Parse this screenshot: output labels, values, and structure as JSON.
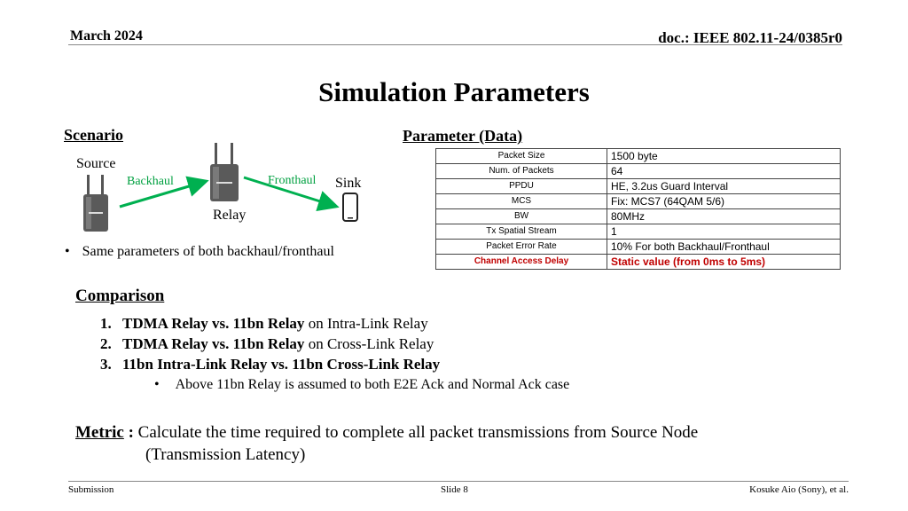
{
  "header": {
    "date": "March 2024",
    "doc": "doc.: IEEE 802.11-24/0385r0"
  },
  "title": "Simulation Parameters",
  "scenario": {
    "heading": "Scenario",
    "source_label": "Source",
    "relay_label": "Relay",
    "sink_label": "Sink",
    "backhaul_label": "Backhaul",
    "fronthaul_label": "Fronthaul",
    "bullet": "Same parameters of both backhaul/fronthaul",
    "arrow_color": "#00b050",
    "link_label_color": "#00a040"
  },
  "parameters": {
    "heading": "Parameter (Data)",
    "rows": [
      {
        "key": "Packet Size",
        "value": "1500 byte"
      },
      {
        "key": "Num. of Packets",
        "value": "64"
      },
      {
        "key": "PPDU",
        "value": "HE, 3.2us Guard Interval"
      },
      {
        "key": "MCS",
        "value": "Fix: MCS7 (64QAM 5/6)"
      },
      {
        "key": "BW",
        "value": "80MHz"
      },
      {
        "key": "Tx Spatial Stream",
        "value": "1"
      },
      {
        "key": "Packet Error Rate",
        "value": "10%  For both Backhaul/Fronthaul"
      },
      {
        "key": "Channel Access Delay",
        "value": "Static value (from 0ms to 5ms)"
      }
    ],
    "highlight_color": "#c00000"
  },
  "comparison": {
    "heading": "Comparison",
    "items": [
      {
        "num": "1.",
        "bold": "TDMA Relay vs. 11bn Relay",
        "rest": " on Intra-Link Relay"
      },
      {
        "num": "2.",
        "bold": "TDMA Relay vs. 11bn Relay",
        "rest": " on Cross-Link Relay"
      },
      {
        "num": "3.",
        "bold": "11bn Intra-Link Relay vs. 11bn Cross-Link Relay",
        "rest": ""
      }
    ],
    "sub_bullet": "Above 11bn Relay is assumed to both E2E Ack and Normal Ack case"
  },
  "metric": {
    "label": "Metric",
    "colon": " :",
    "line1": "Calculate the time required to complete all packet transmissions from Source Node",
    "line2": "(Transmission Latency)"
  },
  "footer": {
    "left": "Submission",
    "center": "Slide 8",
    "right": "Kosuke Aio (Sony), et al."
  }
}
